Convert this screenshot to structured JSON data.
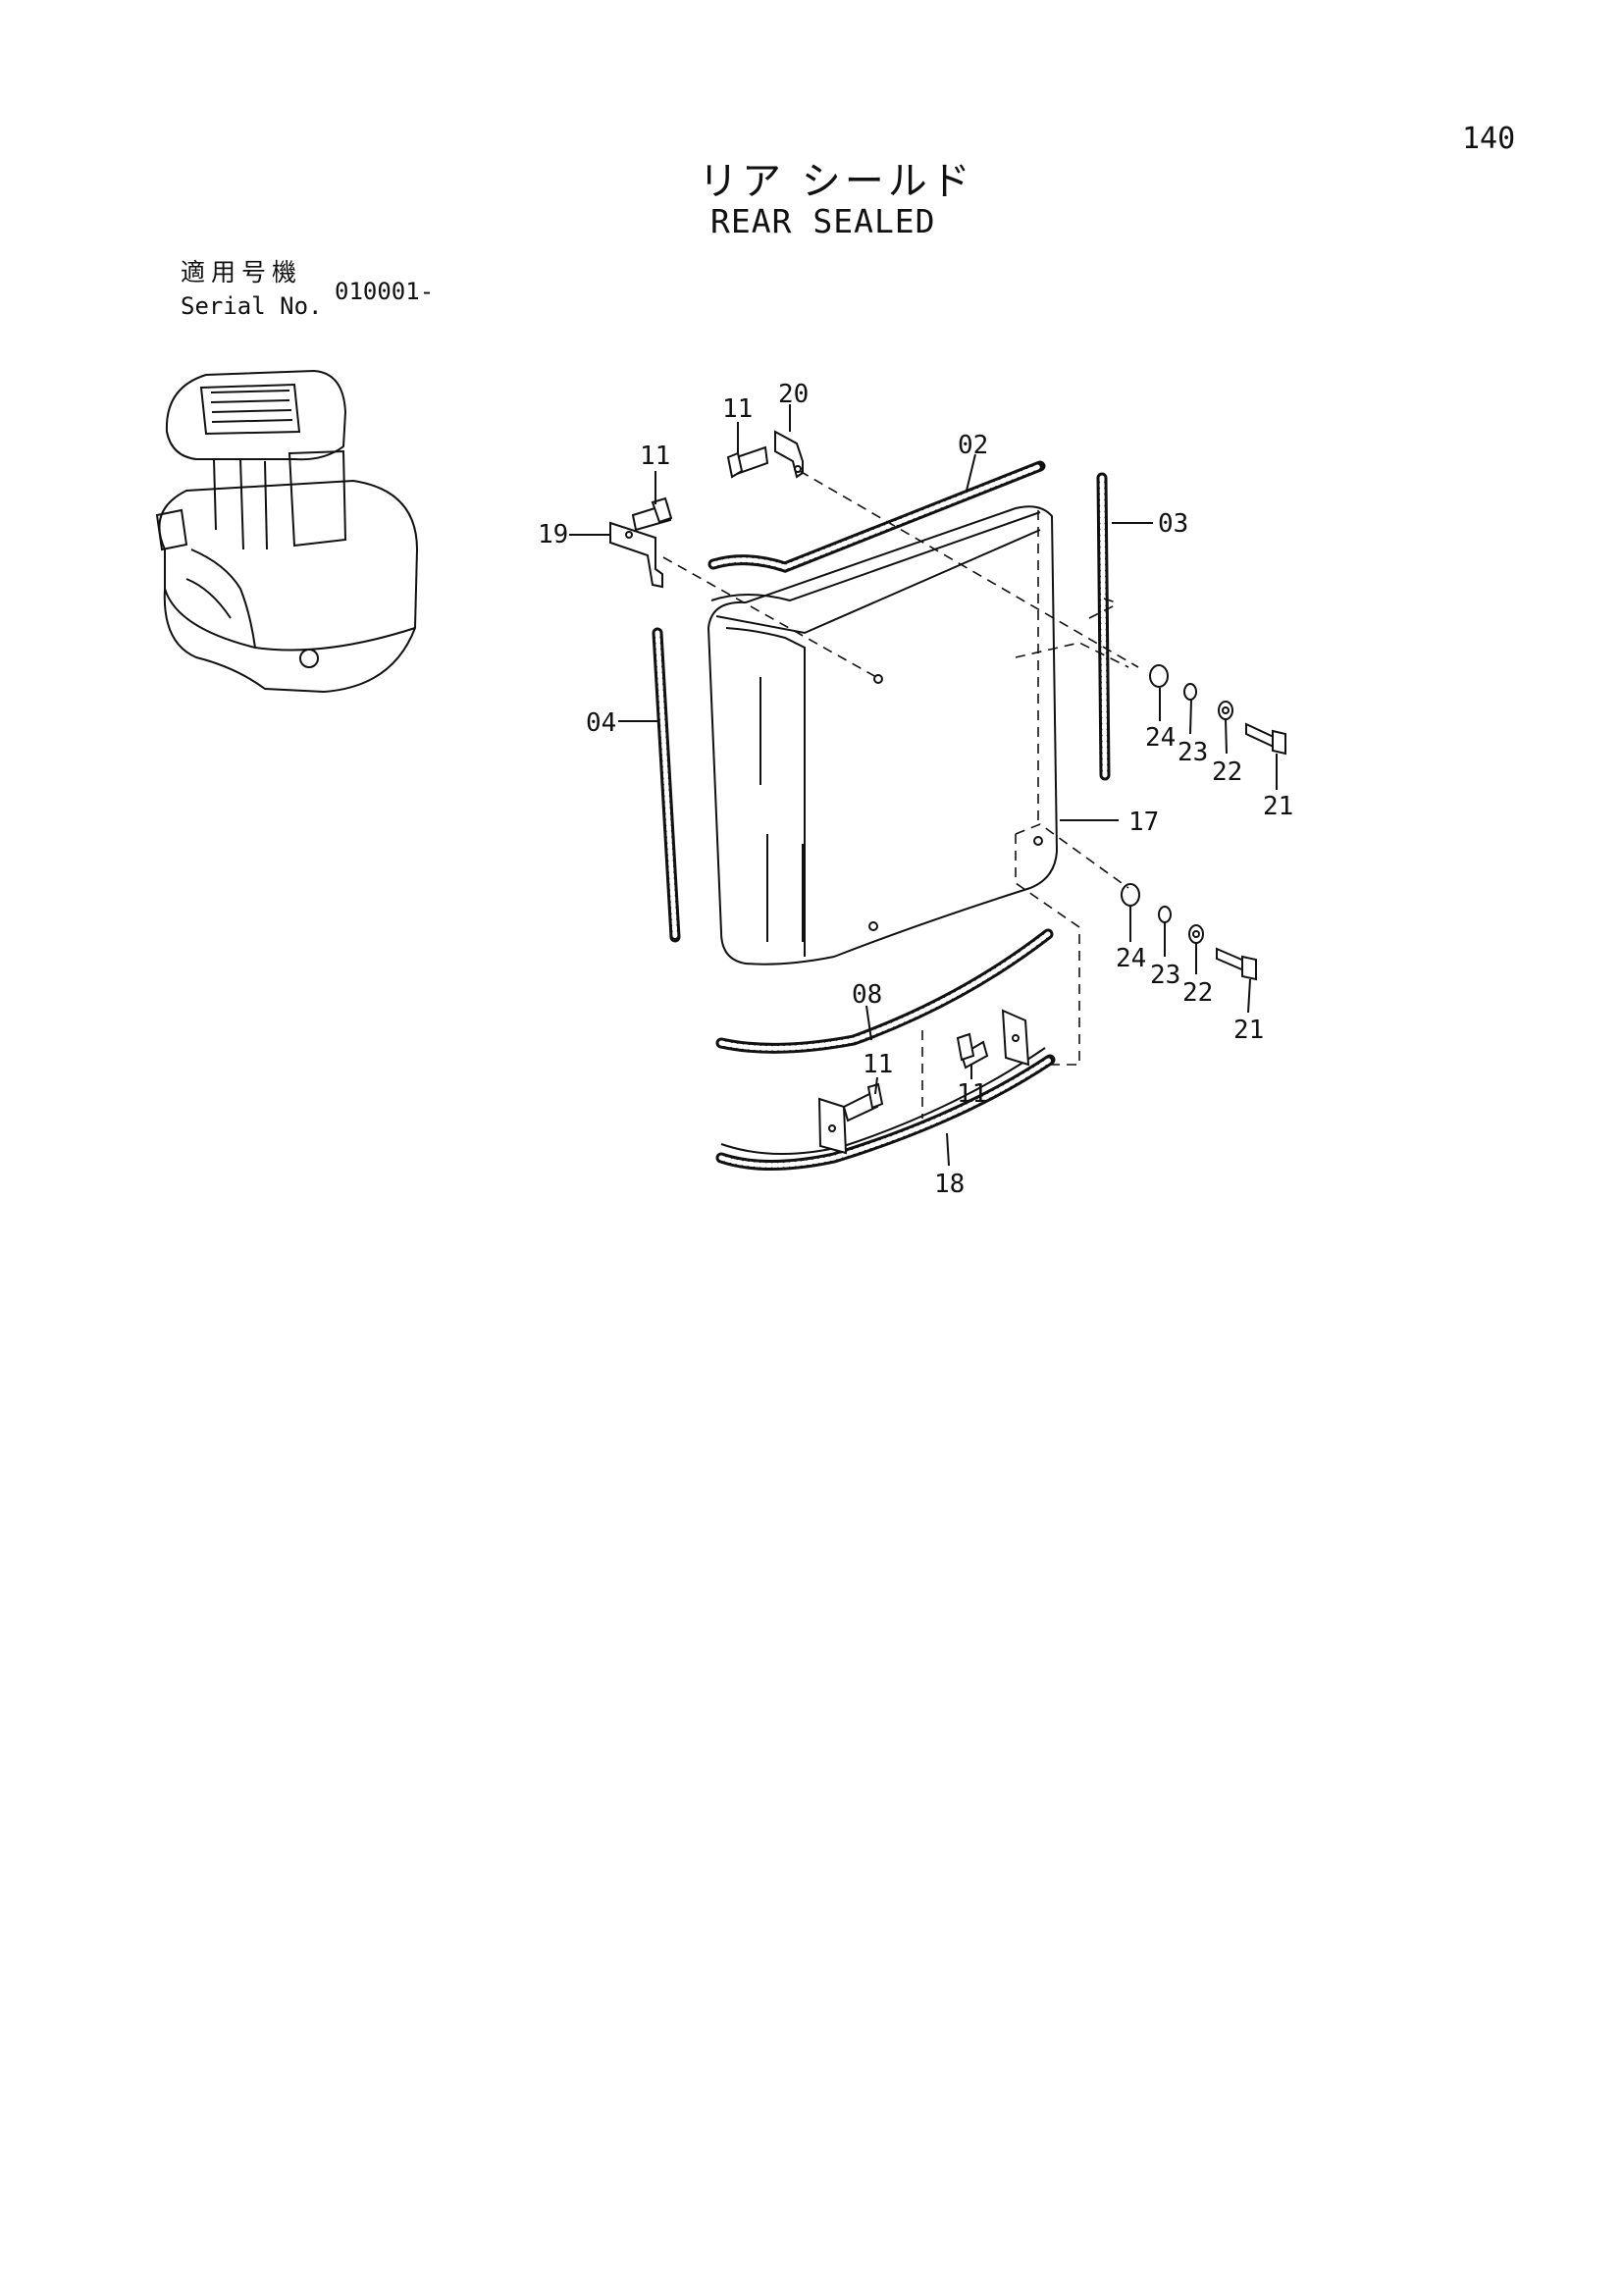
{
  "page_number": "140",
  "title_jp": "リア シールド",
  "title_en": "REAR SEALED",
  "serial": {
    "label_jp": "適用号機",
    "label_en": "Serial No.",
    "value": "010001-"
  },
  "callouts": {
    "c11a": "11",
    "c20": "20",
    "c02": "02",
    "c11b": "11",
    "c19": "19",
    "c03": "03",
    "c04": "04",
    "c24a": "24",
    "c23a": "23",
    "c22a": "22",
    "c21a": "21",
    "c17": "17",
    "c24b": "24",
    "c23b": "23",
    "c22b": "22",
    "c21b": "21",
    "c08": "08",
    "c11c": "11",
    "c11d": "11",
    "c18": "18"
  }
}
